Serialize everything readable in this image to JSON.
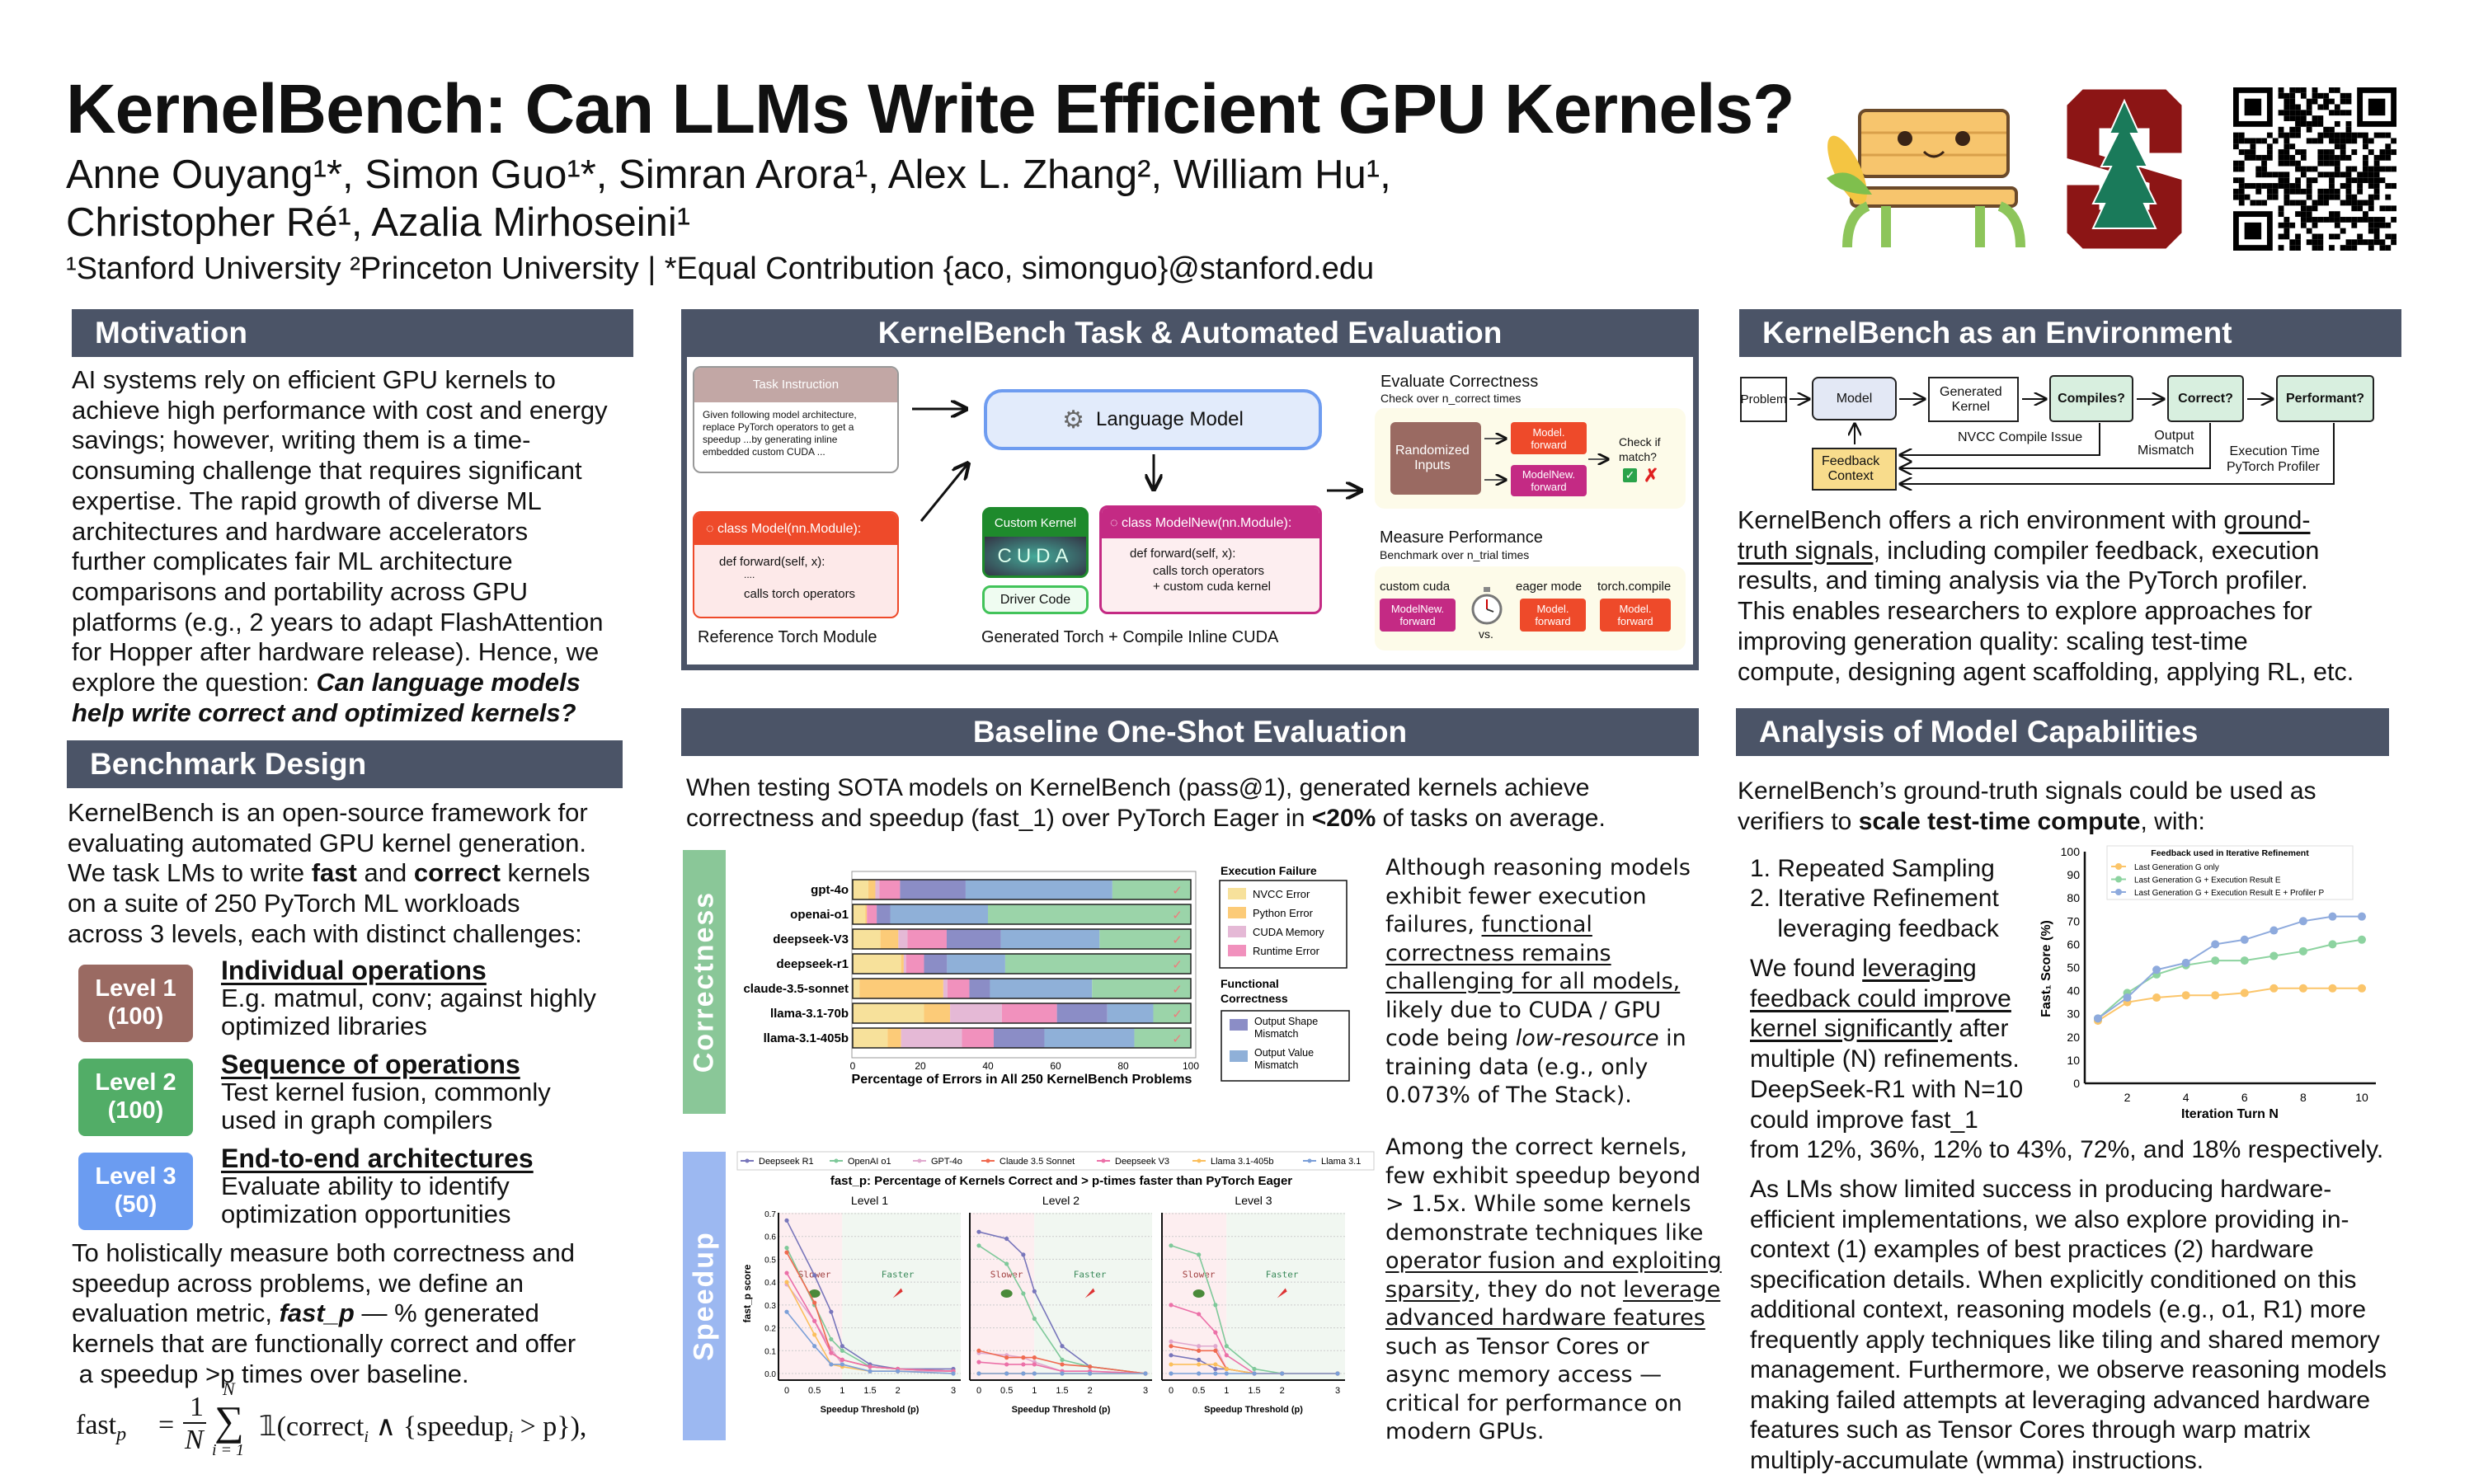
{
  "header": {
    "title": "KernelBench: Can LLMs Write Efficient GPU Kernels?",
    "authors_line1": "Anne Ouyang¹*, Simon Guo¹*, Simran Arora¹, Alex L. Zhang², William Hu¹,",
    "authors_line2": "Christopher Ré¹, Azalia Mirhoseini¹",
    "affiliations": "¹Stanford University ²Princeton University | *Equal Contribution {aco, simonguo}@stanford.edu",
    "logos": [
      "kernelbench-bench-mascot",
      "stanford-logo",
      "qr-code"
    ]
  },
  "motivation": {
    "title": "Motivation",
    "body": [
      [
        "AI systems rely on efficient GPU kernels to\nachieve high performance with cost and energy\nsavings; however, writing them is a time-\nconsuming challenge that requires significant\nexpertise. The rapid growth of diverse ML\narchitectures and hardware accelerators\nfurther complicates fair ML architecture\ncomparisons and portability across GPU\nplatforms (e.g., 2 years to adapt FlashAttention\nfor Hopper after hardware release). Hence, we\nexplore the question: ",
        ""
      ],
      [
        "Can language models\nhelp write correct and optimized kernels?",
        "bi"
      ]
    ]
  },
  "benchmark": {
    "title": "Benchmark Design",
    "intro": [
      [
        "KernelBench is an open-source framework for\nevaluating automated GPU kernel generation.\nWe task LMs to write ",
        ""
      ],
      [
        "fast",
        "b"
      ],
      [
        " and ",
        ""
      ],
      [
        "correct",
        "b"
      ],
      [
        " kernels\non a suite of 250 PyTorch ML workloads\nacross 3 levels, each with distinct challenges:",
        ""
      ]
    ],
    "levels": [
      {
        "badge": "Level 1\n(100)",
        "color": "#9a6a62",
        "heading": "Individual operations",
        "desc": "E.g. matmul, conv; against highly\noptimized libraries"
      },
      {
        "badge": "Level 2\n(100)",
        "color": "#52ad67",
        "heading": "Sequence of operations",
        "desc": "Test kernel fusion, commonly\nused in graph compilers"
      },
      {
        "badge": "Level 3\n(50)",
        "color": "#6b9cf1",
        "heading": "End-to-end architectures",
        "desc": "Evaluate ability to identify\noptimization opportunities"
      }
    ],
    "metric": [
      [
        "To holistically measure both correctness and\nspeedup across problems, we define an\nevaluation metric, ",
        ""
      ],
      [
        "fast_p",
        "bi"
      ],
      [
        " — % generated\nkernels that are functionally correct and offer\n a speedup >p times over baseline.",
        ""
      ]
    ],
    "formula": {
      "lhs": "fast",
      "lhs_sub": "p",
      "eq": "=",
      "num": "1",
      "den": "N",
      "sum": "∑",
      "sum_top": "N",
      "sum_bot": "i = 1",
      "body": "𝟙(correct",
      "body_sub": "i",
      "and": " ∧ {speedup",
      "sp_sub": "i",
      "tail": " > p}),"
    }
  },
  "task": {
    "title": "KernelBench Task & Automated Evaluation",
    "task_instruction": {
      "header": "Task Instruction",
      "body": "Given following model architecture,\nreplace PyTorch operators to get a\nspeedup ...by generating inline\nembedded custom CUDA ..."
    },
    "ref_module": {
      "header": "class Model(nn.Module):",
      "line1": "def forward(self, x):",
      "line2": "....",
      "line3": "calls torch operators",
      "caption": "Reference Torch Module"
    },
    "language_model": "Language Model",
    "custom_kernel": {
      "header": "Custom Kernel",
      "logo": "CUDA"
    },
    "driver_code": "Driver Code",
    "model_new": {
      "header": "class ModelNew(nn.Module):",
      "line1": "def forward(self, x):",
      "line2": "calls torch operators",
      "line3": "+ custom cuda kernel"
    },
    "generated_caption": "Generated Torch + Compile Inline CUDA",
    "evaluate": {
      "title": "Evaluate Correctness",
      "subtitle": "Check over n_correct times",
      "inputs": "Randomized\nInputs",
      "model_forward": "Model.\nforward",
      "modelnew_forward": "ModelNew.\nforward",
      "check": "Check if\nmatch?",
      "pass": "✓",
      "fail": "✗"
    },
    "measure": {
      "title": "Measure Performance",
      "subtitle": "Benchmark over n_trial times",
      "custom_label": "custom cuda",
      "custom_box": "ModelNew.\nforward",
      "vs": "vs.",
      "eager_label": "eager mode",
      "eager_box": "Model.\nforward",
      "compile_label": "torch.compile",
      "compile_box": "Model.\nforward"
    }
  },
  "baseline": {
    "title": "Baseline One-Shot Evaluation",
    "intro": [
      [
        "When testing SOTA models on KernelBench (pass@1), generated kernels achieve\ncorrectness and speedup (fast_1) over PyTorch Eager in ",
        ""
      ],
      [
        "<20%",
        "b"
      ],
      [
        " of tasks on average.",
        ""
      ]
    ],
    "correctness_label": "Correctness",
    "speedup_label": "Speedup",
    "para1": [
      [
        "Although reasoning models\nexhibit fewer execution\nfailures, ",
        ""
      ],
      [
        "functional\ncorrectness remains\nchallenging for all models,",
        "u"
      ],
      [
        "\nlikely due to CUDA / GPU\ncode being ",
        ""
      ],
      [
        "low-resource",
        "i"
      ],
      [
        " in\ntraining data (e.g., only\n0.073% of The Stack).",
        ""
      ]
    ],
    "para2": [
      [
        "Among the correct kernels,\nfew exhibit speedup beyond\n> 1.5x. While some kernels\ndemonstrate techniques like\n",
        ""
      ],
      [
        "operator fusion and exploiting\nsparsity",
        "u"
      ],
      [
        ", they do not ",
        ""
      ],
      [
        "leverage\nadvanced hardware features",
        "u"
      ],
      [
        "\nsuch as Tensor Cores or\nasync memory access —\ncritical for performance on\nmodern GPUs.",
        ""
      ]
    ]
  },
  "environment": {
    "title": "KernelBench as an Environment",
    "nodes": {
      "problem": "Problem",
      "model": "Model",
      "generated": "Generated\nKernel",
      "compiles": "Compiles?",
      "correct": "Correct?",
      "performant": "Performant?",
      "feedback": "Feedback\nContext"
    },
    "edges": {
      "nvcc": "NVCC Compile Issue",
      "mismatch": "Output\nMismatch",
      "profiler": "Execution Time\nPyTorch Profiler"
    },
    "body": [
      [
        "KernelBench offers a rich environment with ",
        ""
      ],
      [
        "ground-\ntruth signals",
        "u"
      ],
      [
        ", including compiler feedback, execution\nresults, and timing analysis via the PyTorch profiler.\nThis enables researchers to explore approaches for\nimproving generation quality: scaling test-time\ncompute, designing agent scaffolding, applying RL, etc.",
        ""
      ]
    ]
  },
  "analysis": {
    "title": "Analysis of Model Capabilities",
    "intro": [
      [
        "KernelBench’s ground-truth signals could be used as\nverifiers to ",
        ""
      ],
      [
        "scale test-time compute",
        "b"
      ],
      [
        ", with:",
        ""
      ]
    ],
    "list": [
      "1. Repeated Sampling",
      "2. Iterative Refinement\n    leveraging feedback"
    ],
    "finding": [
      [
        "We found ",
        ""
      ],
      [
        "leveraging\nfeedback could improve\nkernel significantly",
        "u"
      ],
      [
        " after\nmultiple (N) refinements.\nDeepSeek-R1 with N=10\ncould improve fast_1",
        ""
      ]
    ],
    "finding_tail": "from 12%, 36%, 12% to 43%, 72%, and 18% respectively.",
    "closing": "As LMs show limited success in producing hardware-\nefficient implementations, we also explore providing in-\ncontext (1) examples of best practices (2) hardware\nspecification details. When explicitly conditioned on this\nadditional context, reasoning models (e.g., o1, R1) more\nfrequently apply techniques like tiling and shared memory\nmanagement. Furthermore, we observe reasoning models\nmaking failed attempts at leveraging advanced hardware\nfeatures such as Tensor Cores through warp matrix\nmultiply-accumulate (wmma) instructions."
  },
  "chart_data": [
    {
      "type": "bar",
      "stacked": true,
      "orientation": "horizontal",
      "categories": [
        "gpt-4o",
        "openai-o1",
        "deepseek-V3",
        "deepseek-r1",
        "claude-3.5-sonnet",
        "llama-3.1-70b",
        "llama-3.1-405b"
      ],
      "xlabel": "Percentage of Errors in All 250 KernelBench Problems",
      "xlim": [
        0,
        100
      ],
      "xticks": [
        "0",
        "20",
        "40",
        "60",
        "80",
        "100"
      ],
      "legend_groups": [
        {
          "title": "Execution Failure",
          "entries": [
            "NVCC Error",
            "Python Error",
            "CUDA Memory",
            "Runtime Error"
          ]
        },
        {
          "title": "Functional Correctness",
          "entries": [
            "Output Shape\nMismatch",
            "Output Value\nMismatch"
          ]
        }
      ],
      "correct_marker": "✓",
      "series": [
        {
          "name": "NVCC Error",
          "color": "#f7e19b",
          "values": [
            4.6,
            3.7,
            8.2,
            14.3,
            2.0,
            21.1,
            10.3
          ]
        },
        {
          "name": "Python Error",
          "color": "#fccb78",
          "values": [
            2.1,
            0.5,
            5.3,
            0.8,
            24.8,
            7.7,
            4.0
          ]
        },
        {
          "name": "CUDA Memory",
          "color": "#e5b9d6",
          "values": [
            1.2,
            0,
            2.7,
            0.7,
            1.2,
            15.3,
            18.0
          ]
        },
        {
          "name": "Runtime Error",
          "color": "#f191bd",
          "values": [
            6.1,
            2.9,
            11.6,
            5.3,
            6.5,
            16.3,
            9.4
          ]
        },
        {
          "name": "Output Shape Mismatch",
          "color": "#8b8dc6",
          "values": [
            19.4,
            4.0,
            16.0,
            6.8,
            6.1,
            14.9,
            15.0
          ]
        },
        {
          "color": "#8fb0d8",
          "name": "Output Value Mismatch",
          "values": [
            43.4,
            28.9,
            29.2,
            17.2,
            30.2,
            13.6,
            26.6
          ]
        },
        {
          "color": "#9bd4a9",
          "values": [
            23.2,
            60.0,
            27.0,
            55.0,
            29.2,
            11.1,
            16.7
          ]
        }
      ]
    },
    {
      "type": "line",
      "title": "fast_p: Percentage of Kernels Correct and > p-times faster than PyTorch Eager",
      "panels": [
        "Level 1",
        "Level 2",
        "Level 3"
      ],
      "x": [
        0,
        0.5,
        0.8,
        1,
        1.5,
        2,
        3
      ],
      "xticks": [
        "0",
        "0.5",
        "1",
        "1.5",
        "2",
        "3"
      ],
      "xlabel": "Speedup Threshold (p)",
      "ylabel": "fast_p score",
      "ylim": [
        0,
        0.7
      ],
      "yticks": [
        "0.0",
        "0.1",
        "0.2",
        "0.3",
        "0.4",
        "0.5",
        "0.6",
        "0.7"
      ],
      "regions": {
        "slower": "Slower",
        "faster": "Faster"
      },
      "legend": "top",
      "series": [
        {
          "name": "Deepseek R1",
          "color": "#7876bb",
          "values": [
            [
              0.67,
              0.43,
              0.27,
              0.12,
              0.04,
              0.02,
              0.02
            ],
            [
              0.62,
              0.59,
              0.52,
              0.36,
              0.12,
              0.03,
              0.0
            ],
            [
              0.08,
              0.06,
              0.02,
              0.02,
              0.0,
              0.0,
              0.0
            ]
          ]
        },
        {
          "name": "OpenAI o1",
          "color": "#7fc99a",
          "values": [
            [
              0.55,
              0.3,
              0.15,
              0.1,
              0.03,
              0.02,
              0.01
            ],
            [
              0.56,
              0.48,
              0.35,
              0.24,
              0.06,
              0.03,
              0.0
            ],
            [
              0.56,
              0.52,
              0.3,
              0.12,
              0.02,
              0.0,
              0.0
            ]
          ]
        },
        {
          "name": "GPT-4o",
          "color": "#e0a9cf",
          "values": [
            [
              0.39,
              0.23,
              0.11,
              0.04,
              0.01,
              0.01,
              0.01
            ],
            [
              0.09,
              0.08,
              0.07,
              0.05,
              0.01,
              0.01,
              0.0
            ],
            [
              0.14,
              0.12,
              0.12,
              0.02,
              0.0,
              0.0,
              0.0
            ]
          ]
        },
        {
          "name": "Claude 3.5 Sonnet",
          "color": "#f06a50",
          "values": [
            [
              0.53,
              0.31,
              0.09,
              0.06,
              0.03,
              0.02,
              0.01
            ],
            [
              0.1,
              0.07,
              0.07,
              0.07,
              0.04,
              0.03,
              0.0
            ],
            [
              0.12,
              0.1,
              0.1,
              0.02,
              0.0,
              0.0,
              0.0
            ]
          ]
        },
        {
          "name": "Deepseek V3",
          "color": "#ec70a8",
          "values": [
            [
              0.44,
              0.23,
              0.09,
              0.06,
              0.03,
              0.02,
              0.01
            ],
            [
              0.05,
              0.04,
              0.04,
              0.04,
              0.01,
              0.01,
              0.0
            ],
            [
              0.3,
              0.26,
              0.18,
              0.08,
              0.0,
              0.0,
              0.0
            ]
          ]
        },
        {
          "name": "Llama 3.1-405b",
          "color": "#fbbf5c",
          "values": [
            [
              0.4,
              0.17,
              0.04,
              0.03,
              0.01,
              0.01,
              0.0
            ],
            [
              0,
              0,
              0,
              0,
              0,
              0,
              0
            ],
            [
              0.04,
              0.04,
              0.04,
              0.02,
              0.0,
              0.0,
              0.0
            ]
          ]
        },
        {
          "name": "Llama 3.1",
          "color": "#7b9fd8",
          "values": [
            [
              0.27,
              0.12,
              0.04,
              0.04,
              0.01,
              0.01,
              0.0
            ],
            [
              0,
              0,
              0,
              0,
              0,
              0,
              0
            ],
            [
              0,
              0,
              0,
              0,
              0,
              0,
              0
            ]
          ]
        }
      ]
    },
    {
      "type": "line",
      "legend_title": "Feedback used in Iterative Refinement",
      "xlabel": "Iteration Turn N",
      "ylabel": "Fast₁ Score (%)",
      "x": [
        1,
        2,
        3,
        4,
        5,
        6,
        7,
        8,
        9,
        10
      ],
      "xticks": [
        "2",
        "4",
        "6",
        "8",
        "10"
      ],
      "ylim": [
        0,
        100
      ],
      "yticks": [
        "0",
        "10",
        "20",
        "30",
        "40",
        "50",
        "60",
        "70",
        "80",
        "90",
        "100"
      ],
      "legend": "top",
      "series": [
        {
          "name": "Last Generation G only",
          "color": "#fbc56a",
          "values": [
            27,
            35,
            37,
            38,
            38,
            39,
            41,
            41,
            41,
            41
          ]
        },
        {
          "name": "Last Generation G + Execution Result E",
          "color": "#8dd3a0",
          "values": [
            28,
            39,
            47,
            51,
            53,
            53,
            55,
            57,
            60,
            62
          ]
        },
        {
          "name": "Last Generation G + Execution Result E + Profiler P",
          "color": "#8eaadd",
          "values": [
            28,
            37,
            49,
            52,
            60,
            62,
            66,
            70,
            72,
            72
          ]
        }
      ]
    }
  ]
}
